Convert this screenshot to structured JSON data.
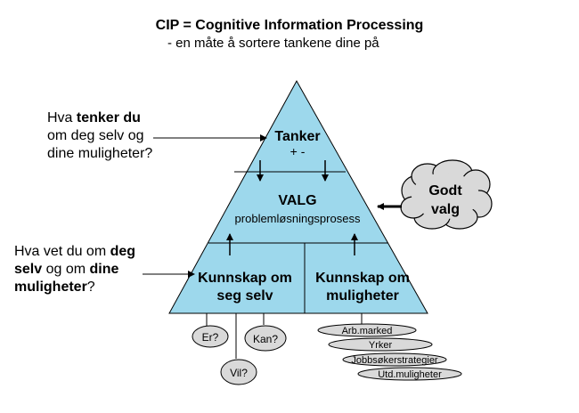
{
  "header": {
    "title": "CIP = Cognitive Information Processing",
    "subtitle": "- en måte å sortere tankene dine på"
  },
  "left_questions": {
    "q1": {
      "line1_pre": "Hva ",
      "line1_bold": "tenker du",
      "line2": "om deg selv og",
      "line3": "dine muligheter?"
    },
    "q2": {
      "line1_pre": "Hva vet du om ",
      "line1_bold": "deg",
      "line2_bold1": "selv",
      "line2_mid": " og om ",
      "line2_bold2": "dine",
      "line3_bold": "muligheter",
      "line3_post": "?"
    }
  },
  "pyramid": {
    "top_label": "Tanker",
    "top_sub": "+ -",
    "middle_label": "VALG",
    "middle_sub": "problemløsningsprosess",
    "bottom_left_1": "Kunnskap om",
    "bottom_left_2": "seg selv",
    "bottom_right_1": "Kunnskap om",
    "bottom_right_2": "muligheter",
    "fill_color": "#9dd8ec"
  },
  "cloud": {
    "line1": "Godt",
    "line2": "valg",
    "fill_color": "#d9d9d9"
  },
  "self_bubbles": [
    "Er?",
    "Kan?",
    "Vil?"
  ],
  "option_bubbles": [
    "Arb.marked",
    "Yrker",
    "Jobbsøkerstrategier",
    "Utd.muligheter"
  ]
}
